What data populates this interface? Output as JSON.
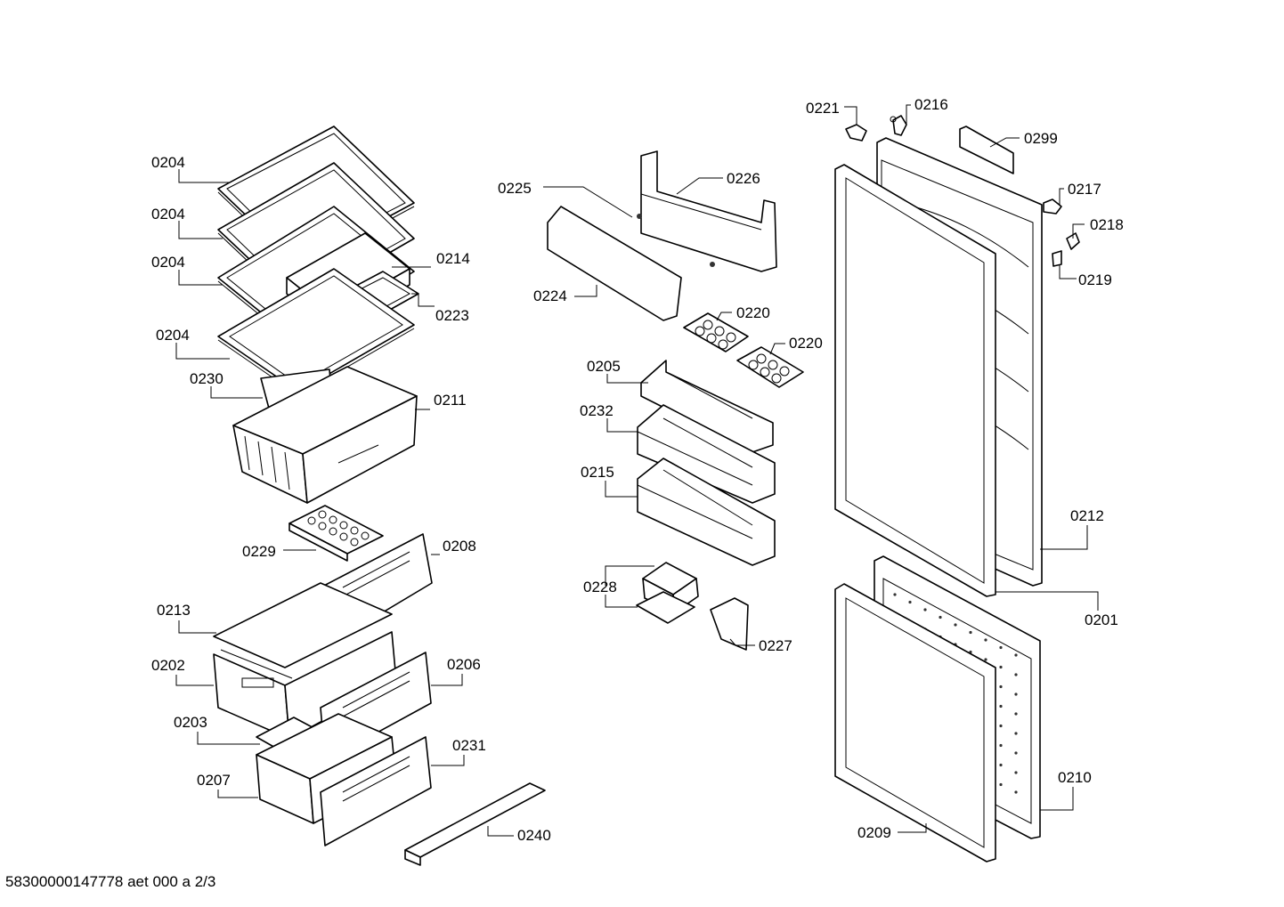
{
  "labels": {
    "p0204a": "0204",
    "p0204b": "0204",
    "p0204c": "0204",
    "p0204d": "0204",
    "p0214": "0214",
    "p0223": "0223",
    "p0230": "0230",
    "p0211": "0211",
    "p0229": "0229",
    "p0208": "0208",
    "p0213": "0213",
    "p0202": "0202",
    "p0206": "0206",
    "p0203": "0203",
    "p0231": "0231",
    "p0207": "0207",
    "p0240": "0240",
    "p0225": "0225",
    "p0226": "0226",
    "p0224": "0224",
    "p0220a": "0220",
    "p0220b": "0220",
    "p0205": "0205",
    "p0232": "0232",
    "p0215": "0215",
    "p0228": "0228",
    "p0227": "0227",
    "p0221": "0221",
    "p0216": "0216",
    "p0299": "0299",
    "p0217": "0217",
    "p0218": "0218",
    "p0219": "0219",
    "p0212": "0212",
    "p0201": "0201",
    "p0210": "0210",
    "p0209": "0209"
  },
  "footer": "58300000147778 aet 000 a 2/3"
}
